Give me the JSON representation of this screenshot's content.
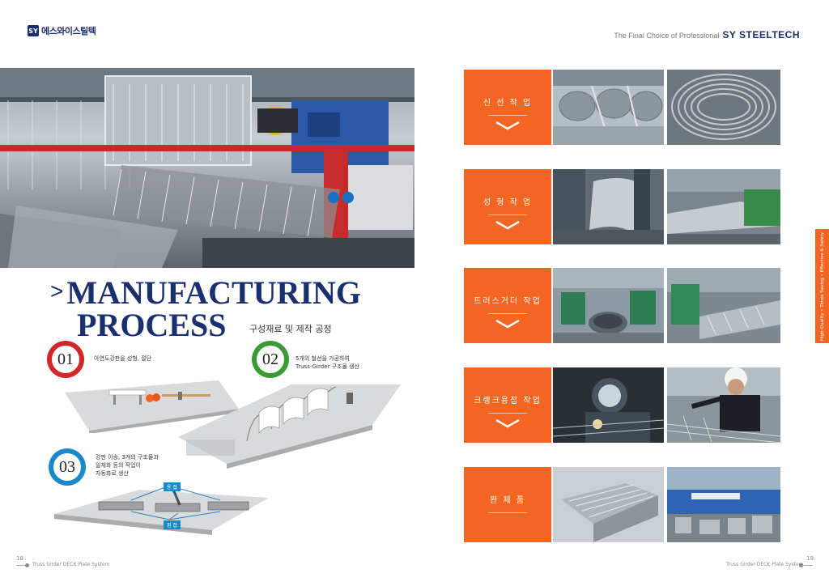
{
  "header": {
    "logo_mark": "SY",
    "logo_text": "에스와이스틸텍",
    "tagline": "The Final Choice of Professional",
    "brand": "SY STEELTECH"
  },
  "title": {
    "arrow": ">",
    "line1": "MANUFACTURING",
    "line2": "PROCESS",
    "subtitle": "구성재료 및 제작 공정"
  },
  "steps": [
    {
      "number": "01",
      "text": "아연도강판을 성형, 절단",
      "color": "#d3262a"
    },
    {
      "number": "02",
      "text": "5개의 철선을 가공하여\nTruss-Girder 구조물 생산",
      "color": "#3a9a33"
    },
    {
      "number": "03",
      "text": "강판 이송, 3개의 구조물과\n일체화 등의 작업이\n자동화로 생산",
      "color": "#1b88c8"
    }
  ],
  "weld_labels": {
    "top": "용 접",
    "bottom": "점 접"
  },
  "processes": [
    {
      "label": "신 선 작 업"
    },
    {
      "label": "성 형 작 업"
    },
    {
      "label": "트러스거더 작업"
    },
    {
      "label": "크랭크용접 작업"
    },
    {
      "label": "완 제 품"
    }
  ],
  "side_tab": "High-Quality • Times Saving • Effective & Safety",
  "footer": {
    "left_page": "18",
    "left_label": "Truss Girder DECK Plate System",
    "right_page": "19",
    "right_label": "Truss Girder DECK Plate System"
  },
  "colors": {
    "accent": "#f26522",
    "brand": "#1a2f6e"
  }
}
